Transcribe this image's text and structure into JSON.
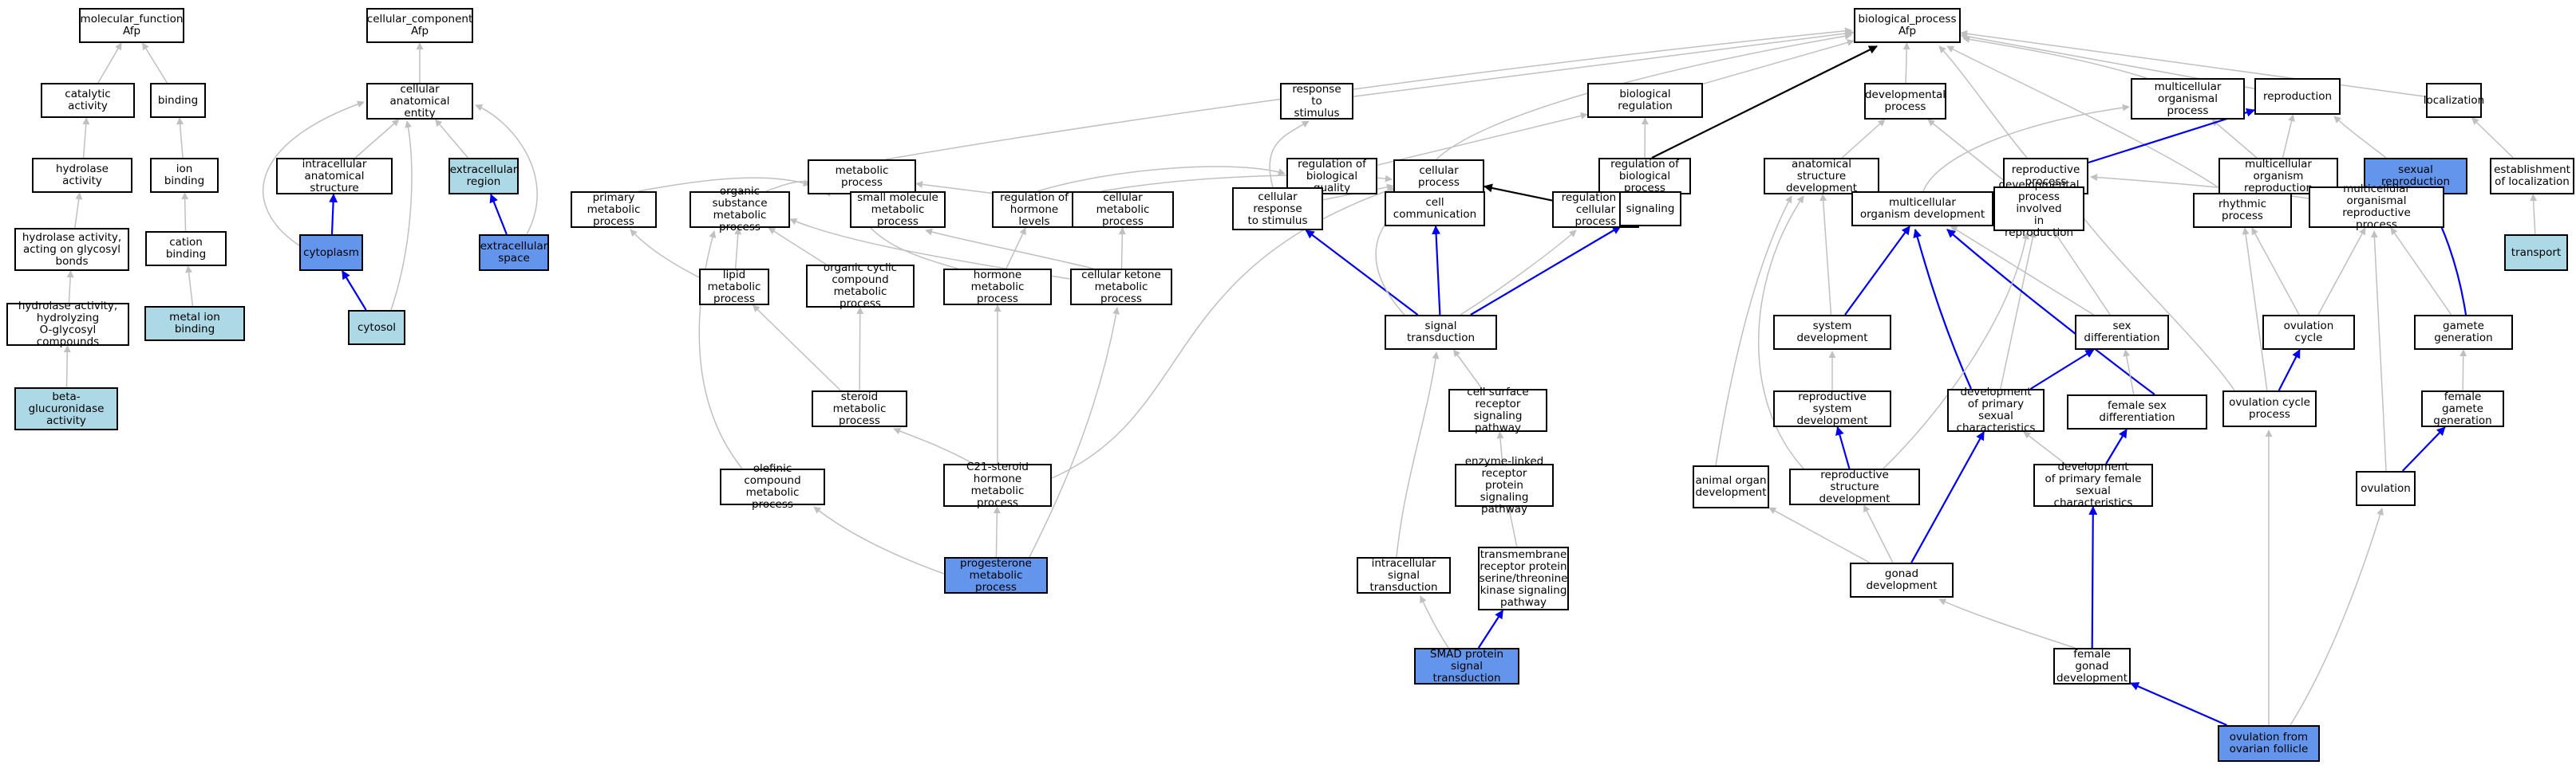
{
  "colors": {
    "default_fill": "#ffffff",
    "light_fill": "#add8e6",
    "dark_fill": "#6495ed",
    "gray_edge": "#c0c0c0",
    "blue_edge": "#0000ee",
    "black_edge": "#000000"
  },
  "nodes": [
    {
      "id": "mf",
      "label": "molecular_function\nAfp",
      "fill": "default"
    },
    {
      "id": "catalytic",
      "label": "catalytic activity",
      "fill": "default"
    },
    {
      "id": "binding",
      "label": "binding",
      "fill": "default"
    },
    {
      "id": "hydrolase",
      "label": "hydrolase activity",
      "fill": "default"
    },
    {
      "id": "ionbind",
      "label": "ion binding",
      "fill": "default"
    },
    {
      "id": "hydglyc",
      "label": "hydrolase activity,\nacting on glycosyl\nbonds",
      "fill": "default"
    },
    {
      "id": "cationbind",
      "label": "cation binding",
      "fill": "default"
    },
    {
      "id": "hydo",
      "label": "hydrolase activity,\nhydrolyzing\nO-glycosyl compounds",
      "fill": "default"
    },
    {
      "id": "metalion",
      "label": "metal ion binding",
      "fill": "light"
    },
    {
      "id": "betaglu",
      "label": "beta-glucuronidase\nactivity",
      "fill": "light"
    },
    {
      "id": "cc",
      "label": "cellular_component\nAfp",
      "fill": "default"
    },
    {
      "id": "cae",
      "label": "cellular anatomical\nentity",
      "fill": "default"
    },
    {
      "id": "ias",
      "label": "intracellular\nanatomical structure",
      "fill": "default"
    },
    {
      "id": "exreg",
      "label": "extracellular\nregion",
      "fill": "light"
    },
    {
      "id": "cytoplasm",
      "label": "cytoplasm",
      "fill": "dark"
    },
    {
      "id": "exspace",
      "label": "extracellular\nspace",
      "fill": "dark"
    },
    {
      "id": "cytosol",
      "label": "cytosol",
      "fill": "light"
    },
    {
      "id": "bp",
      "label": "biological_process\nAfp",
      "fill": "default"
    },
    {
      "id": "rts",
      "label": "response to\nstimulus",
      "fill": "default"
    },
    {
      "id": "bioreg",
      "label": "biological regulation",
      "fill": "default"
    },
    {
      "id": "devproc",
      "label": "developmental\nprocess",
      "fill": "default"
    },
    {
      "id": "mop",
      "label": "multicellular\norganismal process",
      "fill": "default"
    },
    {
      "id": "repro",
      "label": "reproduction",
      "fill": "default"
    },
    {
      "id": "local",
      "label": "localization",
      "fill": "default"
    },
    {
      "id": "metab",
      "label": "metabolic process",
      "fill": "default"
    },
    {
      "id": "regbq",
      "label": "regulation of\nbiological quality",
      "fill": "default"
    },
    {
      "id": "cellproc",
      "label": "cellular process",
      "fill": "default"
    },
    {
      "id": "regbp",
      "label": "regulation of\nbiological process",
      "fill": "default"
    },
    {
      "id": "asd",
      "label": "anatomical structure\ndevelopment",
      "fill": "default"
    },
    {
      "id": "reproproc",
      "label": "reproductive\nprocess",
      "fill": "default"
    },
    {
      "id": "mor",
      "label": "multicellular\norganism reproduction",
      "fill": "default"
    },
    {
      "id": "sexrepro",
      "label": "sexual reproduction",
      "fill": "dark"
    },
    {
      "id": "estloc",
      "label": "establishment\nof localization",
      "fill": "default"
    },
    {
      "id": "pmp",
      "label": "primary metabolic\nprocess",
      "fill": "default"
    },
    {
      "id": "osmp",
      "label": "organic substance\nmetabolic process",
      "fill": "default"
    },
    {
      "id": "smmp",
      "label": "small molecule\nmetabolic process",
      "fill": "default"
    },
    {
      "id": "rhl",
      "label": "regulation of\nhormone levels",
      "fill": "default"
    },
    {
      "id": "cmp",
      "label": "cellular metabolic\nprocess",
      "fill": "default"
    },
    {
      "id": "crs",
      "label": "cellular response\nto stimulus",
      "fill": "default"
    },
    {
      "id": "cellcomm",
      "label": "cell communication",
      "fill": "default"
    },
    {
      "id": "regcp",
      "label": "regulation of\ncellular process",
      "fill": "default"
    },
    {
      "id": "signaling",
      "label": "signaling",
      "fill": "default"
    },
    {
      "id": "mod",
      "label": "multicellular\norganism development",
      "fill": "default"
    },
    {
      "id": "dpir",
      "label": "developmental\nprocess involved\nin reproduction",
      "fill": "default"
    },
    {
      "id": "rhythmic",
      "label": "rhythmic process",
      "fill": "default"
    },
    {
      "id": "morp",
      "label": "multicellular\norganismal reproductive\nprocess",
      "fill": "default"
    },
    {
      "id": "transport",
      "label": "transport",
      "fill": "light"
    },
    {
      "id": "lmp",
      "label": "lipid metabolic\nprocess",
      "fill": "default"
    },
    {
      "id": "occmp",
      "label": "organic cyclic\ncompound metabolic\nprocess",
      "fill": "default"
    },
    {
      "id": "hmp",
      "label": "hormone metabolic\nprocess",
      "fill": "default"
    },
    {
      "id": "ckmp",
      "label": "cellular ketone\nmetabolic process",
      "fill": "default"
    },
    {
      "id": "sigtrans",
      "label": "signal transduction",
      "fill": "default"
    },
    {
      "id": "sysdev",
      "label": "system development",
      "fill": "default"
    },
    {
      "id": "sexdiff",
      "label": "sex differentiation",
      "fill": "default"
    },
    {
      "id": "ovcycle",
      "label": "ovulation cycle",
      "fill": "default"
    },
    {
      "id": "gamgen",
      "label": "gamete generation",
      "fill": "default"
    },
    {
      "id": "smp",
      "label": "steroid metabolic\nprocess",
      "fill": "default"
    },
    {
      "id": "csrsp",
      "label": "cell surface\nreceptor signaling\npathway",
      "fill": "default"
    },
    {
      "id": "rsd",
      "label": "reproductive\nsystem development",
      "fill": "default"
    },
    {
      "id": "dpsc",
      "label": "development\nof primary sexual\ncharacteristics",
      "fill": "default"
    },
    {
      "id": "fsd",
      "label": "female sex differentiation",
      "fill": "default"
    },
    {
      "id": "ocp",
      "label": "ovulation cycle\nprocess",
      "fill": "default"
    },
    {
      "id": "fgg",
      "label": "female gamete\ngeneration",
      "fill": "default"
    },
    {
      "id": "ocmp",
      "label": "olefinic compound\nmetabolic process",
      "fill": "default"
    },
    {
      "id": "c21",
      "label": "C21-steroid\nhormone metabolic\nprocess",
      "fill": "default"
    },
    {
      "id": "elrsp",
      "label": "enzyme-linked\nreceptor protein\nsignaling pathway",
      "fill": "default"
    },
    {
      "id": "aod",
      "label": "animal organ\ndevelopment",
      "fill": "default"
    },
    {
      "id": "rstd",
      "label": "reproductive\nstructure development",
      "fill": "default"
    },
    {
      "id": "dpfsc",
      "label": "development\nof primary female\nsexual characteristics",
      "fill": "default"
    },
    {
      "id": "ovulation",
      "label": "ovulation",
      "fill": "default"
    },
    {
      "id": "pmetab",
      "label": "progesterone\nmetabolic process",
      "fill": "dark"
    },
    {
      "id": "ist",
      "label": "intracellular\nsignal transduction",
      "fill": "default"
    },
    {
      "id": "tmrp",
      "label": "transmembrane\nreceptor protein\nserine/threonine\nkinase signaling\npathway",
      "fill": "default"
    },
    {
      "id": "gonad",
      "label": "gonad development",
      "fill": "default"
    },
    {
      "id": "smad",
      "label": "SMAD protein\nsignal transduction",
      "fill": "dark"
    },
    {
      "id": "fgd",
      "label": "female gonad\ndevelopment",
      "fill": "default"
    },
    {
      "id": "ofof",
      "label": "ovulation from\novarian follicle",
      "fill": "dark"
    }
  ],
  "edges": [
    {
      "from": "catalytic",
      "to": "mf",
      "kind": "gray"
    },
    {
      "from": "binding",
      "to": "mf",
      "kind": "gray"
    },
    {
      "from": "hydrolase",
      "to": "catalytic",
      "kind": "gray"
    },
    {
      "from": "hydglyc",
      "to": "hydrolase",
      "kind": "gray"
    },
    {
      "from": "hydo",
      "to": "hydglyc",
      "kind": "gray"
    },
    {
      "from": "betaglu",
      "to": "hydo",
      "kind": "gray"
    },
    {
      "from": "ionbind",
      "to": "binding",
      "kind": "gray"
    },
    {
      "from": "cationbind",
      "to": "ionbind",
      "kind": "gray"
    },
    {
      "from": "metalion",
      "to": "cationbind",
      "kind": "gray"
    },
    {
      "from": "cae",
      "to": "cc",
      "kind": "gray"
    },
    {
      "from": "ias",
      "to": "cae",
      "kind": "gray"
    },
    {
      "from": "exreg",
      "to": "cae",
      "kind": "gray"
    },
    {
      "from": "cytoplasm",
      "to": "ias",
      "kind": "blue"
    },
    {
      "from": "exspace",
      "to": "exreg",
      "kind": "blue"
    },
    {
      "from": "cytosol",
      "to": "cytoplasm",
      "kind": "blue"
    },
    {
      "from": "cytosol",
      "to": "cae",
      "kind": "gray"
    },
    {
      "from": "cytoplasm",
      "to": "cae",
      "kind": "gray"
    },
    {
      "from": "exspace",
      "to": "cae",
      "kind": "gray"
    },
    {
      "from": "rts",
      "to": "bp",
      "kind": "gray"
    },
    {
      "from": "bioreg",
      "to": "bp",
      "kind": "gray"
    },
    {
      "from": "devproc",
      "to": "bp",
      "kind": "gray"
    },
    {
      "from": "mop",
      "to": "bp",
      "kind": "gray"
    },
    {
      "from": "repro",
      "to": "bp",
      "kind": "gray"
    },
    {
      "from": "local",
      "to": "bp",
      "kind": "gray"
    },
    {
      "from": "metab",
      "to": "bp",
      "kind": "gray"
    },
    {
      "from": "cellproc",
      "to": "bp",
      "kind": "gray"
    },
    {
      "from": "regbp",
      "to": "bp",
      "kind": "black"
    },
    {
      "from": "regbp",
      "to": "bioreg",
      "kind": "gray"
    },
    {
      "from": "regbq",
      "to": "bioreg",
      "kind": "gray"
    },
    {
      "from": "asd",
      "to": "devproc",
      "kind": "gray"
    },
    {
      "from": "reproproc",
      "to": "bp",
      "kind": "gray"
    },
    {
      "from": "rhythmic",
      "to": "bp",
      "kind": "gray"
    },
    {
      "from": "mor",
      "to": "repro",
      "kind": "gray"
    },
    {
      "from": "mor",
      "to": "mop",
      "kind": "gray"
    },
    {
      "from": "reproproc",
      "to": "repro",
      "kind": "blue"
    },
    {
      "from": "sexrepro",
      "to": "repro",
      "kind": "gray"
    },
    {
      "from": "estloc",
      "to": "local",
      "kind": "gray"
    },
    {
      "from": "transport",
      "to": "estloc",
      "kind": "gray"
    },
    {
      "from": "pmp",
      "to": "metab",
      "kind": "gray"
    },
    {
      "from": "osmp",
      "to": "metab",
      "kind": "gray"
    },
    {
      "from": "smmp",
      "to": "metab",
      "kind": "gray"
    },
    {
      "from": "cmp",
      "to": "metab",
      "kind": "gray"
    },
    {
      "from": "rhl",
      "to": "regbq",
      "kind": "gray"
    },
    {
      "from": "crs",
      "to": "rts",
      "kind": "gray"
    },
    {
      "from": "crs",
      "to": "cellproc",
      "kind": "gray"
    },
    {
      "from": "cellcomm",
      "to": "cellproc",
      "kind": "gray"
    },
    {
      "from": "regcp",
      "to": "cellproc",
      "kind": "black"
    },
    {
      "from": "regcp",
      "to": "regbp",
      "kind": "gray"
    },
    {
      "from": "signaling",
      "to": "regbp",
      "kind": "gray"
    },
    {
      "from": "cmp",
      "to": "cellproc",
      "kind": "gray"
    },
    {
      "from": "mod",
      "to": "asd",
      "kind": "gray"
    },
    {
      "from": "mod",
      "to": "mop",
      "kind": "gray"
    },
    {
      "from": "dpir",
      "to": "reproproc",
      "kind": "gray"
    },
    {
      "from": "dpir",
      "to": "devproc",
      "kind": "gray"
    },
    {
      "from": "morp",
      "to": "mor",
      "kind": "blue"
    },
    {
      "from": "morp",
      "to": "reproproc",
      "kind": "gray"
    },
    {
      "from": "lmp",
      "to": "pmp",
      "kind": "gray"
    },
    {
      "from": "lmp",
      "to": "osmp",
      "kind": "gray"
    },
    {
      "from": "occmp",
      "to": "osmp",
      "kind": "gray"
    },
    {
      "from": "hmp",
      "to": "rhl",
      "kind": "gray"
    },
    {
      "from": "hmp",
      "to": "metab",
      "kind": "gray"
    },
    {
      "from": "ckmp",
      "to": "cmp",
      "kind": "gray"
    },
    {
      "from": "ckmp",
      "to": "smmp",
      "kind": "gray"
    },
    {
      "from": "ckmp",
      "to": "osmp",
      "kind": "gray"
    },
    {
      "from": "sigtrans",
      "to": "crs",
      "kind": "blue"
    },
    {
      "from": "sigtrans",
      "to": "cellcomm",
      "kind": "blue"
    },
    {
      "from": "sigtrans",
      "to": "signaling",
      "kind": "blue"
    },
    {
      "from": "sigtrans",
      "to": "regcp",
      "kind": "gray"
    },
    {
      "from": "sigtrans",
      "to": "cellproc",
      "kind": "gray"
    },
    {
      "from": "sysdev",
      "to": "mod",
      "kind": "blue"
    },
    {
      "from": "sysdev",
      "to": "asd",
      "kind": "gray"
    },
    {
      "from": "sexdiff",
      "to": "dpir",
      "kind": "gray"
    },
    {
      "from": "sexdiff",
      "to": "mod",
      "kind": "gray"
    },
    {
      "from": "ovcycle",
      "to": "rhythmic",
      "kind": "gray"
    },
    {
      "from": "ovcycle",
      "to": "morp",
      "kind": "gray"
    },
    {
      "from": "gamgen",
      "to": "sexrepro",
      "kind": "blue"
    },
    {
      "from": "gamgen",
      "to": "morp",
      "kind": "gray"
    },
    {
      "from": "smp",
      "to": "lmp",
      "kind": "gray"
    },
    {
      "from": "smp",
      "to": "occmp",
      "kind": "gray"
    },
    {
      "from": "csrsp",
      "to": "sigtrans",
      "kind": "gray"
    },
    {
      "from": "rsd",
      "to": "sysdev",
      "kind": "gray"
    },
    {
      "from": "dpsc",
      "to": "sexdiff",
      "kind": "blue"
    },
    {
      "from": "dpsc",
      "to": "mod",
      "kind": "blue"
    },
    {
      "from": "dpsc",
      "to": "dpir",
      "kind": "gray"
    },
    {
      "from": "fsd",
      "to": "mod",
      "kind": "blue"
    },
    {
      "from": "fsd",
      "to": "sexdiff",
      "kind": "gray"
    },
    {
      "from": "ocp",
      "to": "ovcycle",
      "kind": "blue"
    },
    {
      "from": "ocp",
      "to": "rhythmic",
      "kind": "gray"
    },
    {
      "from": "ocp",
      "to": "reproproc",
      "kind": "gray"
    },
    {
      "from": "fgg",
      "to": "gamgen",
      "kind": "gray"
    },
    {
      "from": "c21",
      "to": "smp",
      "kind": "gray"
    },
    {
      "from": "c21",
      "to": "hmp",
      "kind": "gray"
    },
    {
      "from": "c21",
      "to": "cellproc",
      "kind": "gray"
    },
    {
      "from": "ocmp",
      "to": "osmp",
      "kind": "gray"
    },
    {
      "from": "elrsp",
      "to": "csrsp",
      "kind": "gray"
    },
    {
      "from": "rstd",
      "to": "rsd",
      "kind": "blue"
    },
    {
      "from": "rstd",
      "to": "asd",
      "kind": "gray"
    },
    {
      "from": "rstd",
      "to": "dpir",
      "kind": "gray"
    },
    {
      "from": "dpfsc",
      "to": "fsd",
      "kind": "blue"
    },
    {
      "from": "dpfsc",
      "to": "dpsc",
      "kind": "gray"
    },
    {
      "from": "aod",
      "to": "asd",
      "kind": "gray"
    },
    {
      "from": "ovulation",
      "to": "fgg",
      "kind": "blue"
    },
    {
      "from": "ovulation",
      "to": "morp",
      "kind": "gray"
    },
    {
      "from": "pmetab",
      "to": "c21",
      "kind": "gray"
    },
    {
      "from": "pmetab",
      "to": "ocmp",
      "kind": "gray"
    },
    {
      "from": "pmetab",
      "to": "ckmp",
      "kind": "gray"
    },
    {
      "from": "ist",
      "to": "sigtrans",
      "kind": "gray"
    },
    {
      "from": "tmrp",
      "to": "elrsp",
      "kind": "gray"
    },
    {
      "from": "gonad",
      "to": "dpsc",
      "kind": "blue"
    },
    {
      "from": "gonad",
      "to": "rstd",
      "kind": "gray"
    },
    {
      "from": "gonad",
      "to": "aod",
      "kind": "gray"
    },
    {
      "from": "smad",
      "to": "tmrp",
      "kind": "blue"
    },
    {
      "from": "smad",
      "to": "ist",
      "kind": "gray"
    },
    {
      "from": "fgd",
      "to": "dpfsc",
      "kind": "blue"
    },
    {
      "from": "fgd",
      "to": "gonad",
      "kind": "gray"
    },
    {
      "from": "ofof",
      "to": "fgd",
      "kind": "blue"
    },
    {
      "from": "ofof",
      "to": "ocp",
      "kind": "gray"
    },
    {
      "from": "ofof",
      "to": "ovulation",
      "kind": "gray"
    }
  ]
}
